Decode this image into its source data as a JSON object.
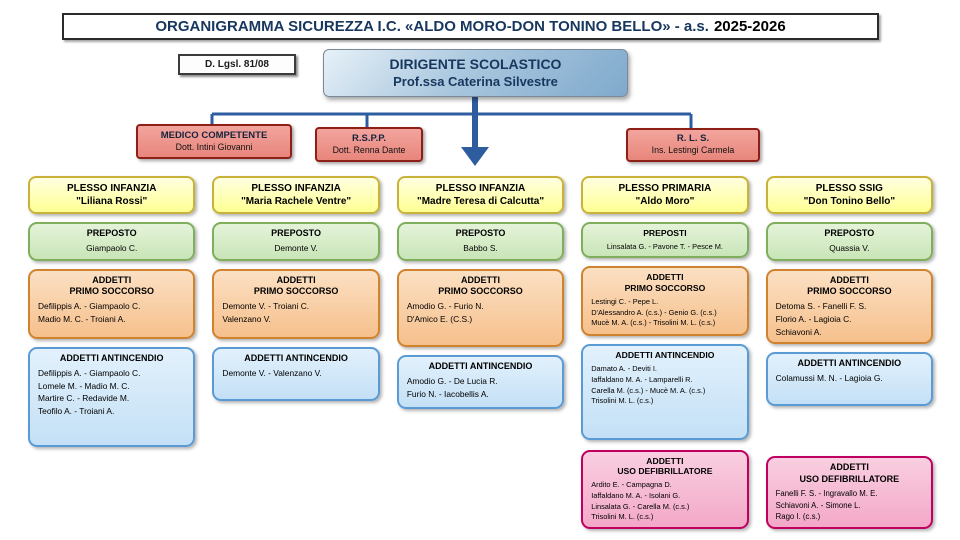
{
  "title": {
    "main": "ORGANIGRAMMA SICUREZZA I.C. «ALDO MORO-DON TONINO BELLO» - a.s.",
    "year": "2025-2026"
  },
  "law_badge": "D. Lgsl. 81/08",
  "dirigente": {
    "role": "DIRIGENTE SCOLASTICO",
    "name": "Prof.ssa Caterina Silvestre"
  },
  "staff_boxes": [
    {
      "role": "MEDICO COMPETENTE",
      "name": "Dott. Intini Giovanni"
    },
    {
      "role": "R.S.P.P.",
      "name": "Dott. Renna Dante"
    },
    {
      "role": "R. L. S.",
      "name": "Ins. Lestingi Carmela"
    }
  ],
  "colors": {
    "connector": "#2e5d9f",
    "plesso_header": "#ffff94",
    "preposto": "#c9e5b8",
    "primo_soccorso": "#f6c08c",
    "antincendio": "#c4e0f6",
    "defibrillatore": "#f3a8c8",
    "staff": "#ee9187",
    "dirigente": "#7fa9cc"
  },
  "columns": [
    {
      "header": [
        "PLESSO INFANZIA",
        "\"Liliana Rossi\""
      ],
      "boxes": [
        {
          "type": "preposto",
          "label": "PREPOSTO",
          "center": true,
          "names": [
            "Giampaolo C."
          ]
        },
        {
          "type": "soccorso",
          "label": "ADDETTI\nPRIMO SOCCORSO",
          "names": [
            "Defilippis A. - Giampaolo C.",
            "Madio M. C. - Troiani A."
          ]
        },
        {
          "type": "antincendio",
          "label": "ADDETTI ANTINCENDIO",
          "names": [
            "Defilippis A. - Giampaolo C.",
            "Lomele M. - Madio M. C.",
            "Martire C. - Redavide M.",
            "Teofilo A. - Troiani A."
          ]
        }
      ]
    },
    {
      "header": [
        "PLESSO INFANZIA",
        "\"Maria Rachele Ventre\""
      ],
      "boxes": [
        {
          "type": "preposto",
          "label": "PREPOSTO",
          "center": true,
          "names": [
            "Demonte V."
          ]
        },
        {
          "type": "soccorso",
          "label": "ADDETTI\nPRIMO SOCCORSO",
          "names": [
            "Demonte V. - Troiani C.",
            "Valenzano V."
          ]
        },
        {
          "type": "antincendio",
          "label": "ADDETTI ANTINCENDIO",
          "names": [
            "Demonte V. - Valenzano V."
          ]
        }
      ]
    },
    {
      "header": [
        "PLESSO INFANZIA",
        "\"Madre Teresa di Calcutta\""
      ],
      "boxes": [
        {
          "type": "preposto",
          "label": "PREPOSTO",
          "center": true,
          "names": [
            "Babbo S."
          ]
        },
        {
          "type": "soccorso",
          "label": "ADDETTI\nPRIMO SOCCORSO",
          "names": [
            "Amodio G. - Furio N.",
            "D'Amico E. (C.S.)"
          ]
        },
        {
          "type": "antincendio",
          "label": "ADDETTI ANTINCENDIO",
          "names": [
            "Amodio G. - De Lucia R.",
            "Furio N. - Iacobellis A."
          ]
        }
      ]
    },
    {
      "header": [
        "PLESSO PRIMARIA",
        "\"Aldo Moro\""
      ],
      "boxes": [
        {
          "type": "preposto",
          "label": "PREPOSTI",
          "center": true,
          "names": [
            "Linsalata G. - Pavone T. - Pesce M."
          ]
        },
        {
          "type": "soccorso",
          "label": "ADDETTI\nPRIMO SOCCORSO",
          "names": [
            "Lestingi C. - Pepe L.",
            "D'Alessandro A. (c.s.) - Genio G. (c.s.)",
            "Mucè M. A. (c.s.) - Trisolini M. L. (c.s.)"
          ]
        },
        {
          "type": "antincendio",
          "label": "ADDETTI ANTINCENDIO",
          "names": [
            "Damato A. - Deviti I.",
            "Iaffaldano M. A. - Lamparelli R.",
            "Carella M. (c.s.) - Mucè M. A. (c.s.)",
            "Trisolini M. L. (c.s.)"
          ]
        },
        {
          "type": "defibrillatore",
          "label": "ADDETTI\nUSO DEFIBRILLATORE",
          "names": [
            "Ardito E. - Campagna D.",
            "Iaffaldano M. A. - Isolani G.",
            "Linsalata G. - Carella M. (c.s.)",
            "Trisolini M. L. (c.s.)"
          ]
        }
      ]
    },
    {
      "header": [
        "PLESSO SSIG",
        "\"Don Tonino Bello\""
      ],
      "boxes": [
        {
          "type": "preposto",
          "label": "PREPOSTO",
          "center": true,
          "names": [
            "Quassia V."
          ]
        },
        {
          "type": "soccorso",
          "label": "ADDETTI\nPRIMO SOCCORSO",
          "names": [
            "Detoma S. - Fanelli F. S.",
            "Florio A. - Lagioia C.",
            "Schiavoni A."
          ]
        },
        {
          "type": "antincendio",
          "label": "ADDETTI ANTINCENDIO",
          "names": [
            "Colamussi M. N. - Lagioia G."
          ]
        },
        {
          "type": "defibrillatore",
          "label": "ADDETTI\nUSO DEFIBRILLATORE",
          "names": [
            "Fanelli F. S. - Ingravallo M. E.",
            "Schiavoni A. - Simone L.",
            "Rago I. (c.s.)"
          ]
        }
      ]
    }
  ]
}
